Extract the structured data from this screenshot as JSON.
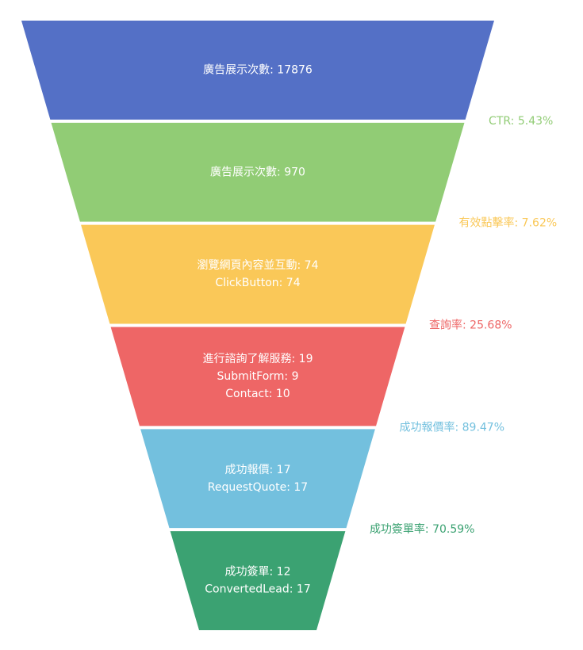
{
  "chart_data": {
    "type": "funnel",
    "stages": [
      {
        "color": "#5470c6",
        "lines": [
          "廣告展示次數: 17876"
        ],
        "value": 17876
      },
      {
        "color": "#91cc75",
        "lines": [
          "廣告展示次數: 970"
        ],
        "value": 970
      },
      {
        "color": "#fac858",
        "lines": [
          "瀏覽網頁內容並互動: 74",
          "ClickButton: 74"
        ],
        "value": 74
      },
      {
        "color": "#ee6666",
        "lines": [
          "進行諮詢了解服務: 19",
          "SubmitForm: 9",
          "Contact: 10"
        ],
        "value": 19
      },
      {
        "color": "#73c0de",
        "lines": [
          "成功報價: 17",
          "RequestQuote: 17"
        ],
        "value": 17
      },
      {
        "color": "#3ba272",
        "lines": [
          "成功簽單: 12",
          "ConvertedLead: 17"
        ],
        "value": 12
      }
    ],
    "rates": [
      {
        "label": "CTR: 5.43%",
        "color": "#91cc75",
        "value": 5.43
      },
      {
        "label": "有效點擊率: 7.62%",
        "color": "#fac858",
        "value": 7.62
      },
      {
        "label": "查詢率: 25.68%",
        "color": "#ee6666",
        "value": 25.68
      },
      {
        "label": "成功報價率: 89.47%",
        "color": "#73c0de",
        "value": 89.47
      },
      {
        "label": "成功簽單率: 70.59%",
        "color": "#3ba272",
        "value": 70.59
      }
    ]
  }
}
